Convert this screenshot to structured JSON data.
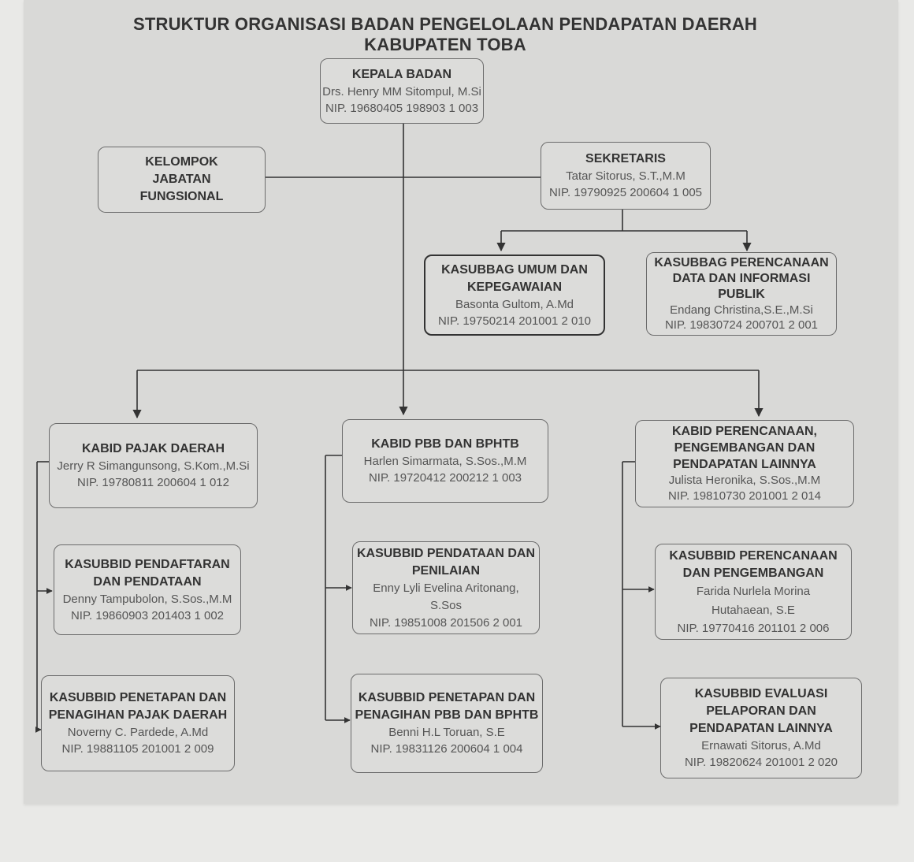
{
  "title": "STRUKTUR ORGANISASI BADAN PENGELOLAAN PENDAPATAN DAERAH KABUPATEN TOBA",
  "boxes": {
    "kepala": {
      "title": "KEPALA BADAN",
      "name": "Drs. Henry MM Sitompul, M.Si",
      "nip": "NIP. 19680405 198903 1 003"
    },
    "fungsional": {
      "title": "KELOMPOK JABATAN FUNGSIONAL"
    },
    "sekretaris": {
      "title": "SEKRETARIS",
      "name": "Tatar Sitorus, S.T.,M.M",
      "nip": "NIP. 19790925 200604 1 005"
    },
    "umum": {
      "title": "KASUBBAG UMUM DAN KEPEGAWAIAN",
      "name": "Basonta Gultom, A.Md",
      "nip": "NIP. 19750214 201001 2 010"
    },
    "perencanaan_data": {
      "title": "KASUBBAG PERENCANAAN DATA DAN INFORMASI PUBLIK",
      "name": "Endang Christina,S.E.,M.Si",
      "nip": "NIP. 19830724 200701 2 001"
    },
    "kabid_pajak": {
      "title": "KABID PAJAK DAERAH",
      "name": "Jerry R Simangunsong, S.Kom.,M.Si",
      "nip": "NIP. 19780811 200604 1 012"
    },
    "kabid_pbb": {
      "title": "KABID PBB DAN BPHTB",
      "name": "Harlen Simarmata, S.Sos.,M.M",
      "nip": "NIP. 19720412 200212 1 003"
    },
    "kabid_perencanaan": {
      "title": "KABID PERENCANAAN, PENGEMBANGAN DAN PENDAPATAN LAINNYA",
      "name": "Julista Heronika, S.Sos.,M.M",
      "nip": "NIP. 19810730 201001 2 014"
    },
    "pendaftaran": {
      "title": "KASUBBID PENDAFTARAN DAN PENDATAAN",
      "name": "Denny Tampubolon, S.Sos.,M.M",
      "nip": "NIP. 19860903 201403 1 002"
    },
    "pendataan": {
      "title": "KASUBBID PENDATAAN DAN PENILAIAN",
      "name": "Enny Lyli Evelina Aritonang, S.Sos",
      "nip": "NIP. 19851008 201506 2 001"
    },
    "perencanaan_pengembangan": {
      "title": "KASUBBID PERENCANAAN DAN PENGEMBANGAN",
      "name": "Farida Nurlela Morina Hutahaean, S.E",
      "nip": "NIP. 19770416 201101 2 006"
    },
    "penetapan_pajak": {
      "title": "KASUBBID PENETAPAN DAN PENAGIHAN PAJAK DAERAH",
      "name": "Noverny C. Pardede, A.Md",
      "nip": "NIP. 19881105 201001 2 009"
    },
    "penetapan_pbb": {
      "title": "KASUBBID PENETAPAN DAN PENAGIHAN PBB DAN BPHTB",
      "name": "Benni H.L Toruan, S.E",
      "nip": "NIP. 19831126 200604 1 004"
    },
    "evaluasi": {
      "title": "KASUBBID EVALUASI PELAPORAN DAN PENDAPATAN LAINNYA",
      "name": "Ernawati Sitorus, A.Md",
      "nip": "NIP. 19820624 201001 2 020"
    }
  }
}
